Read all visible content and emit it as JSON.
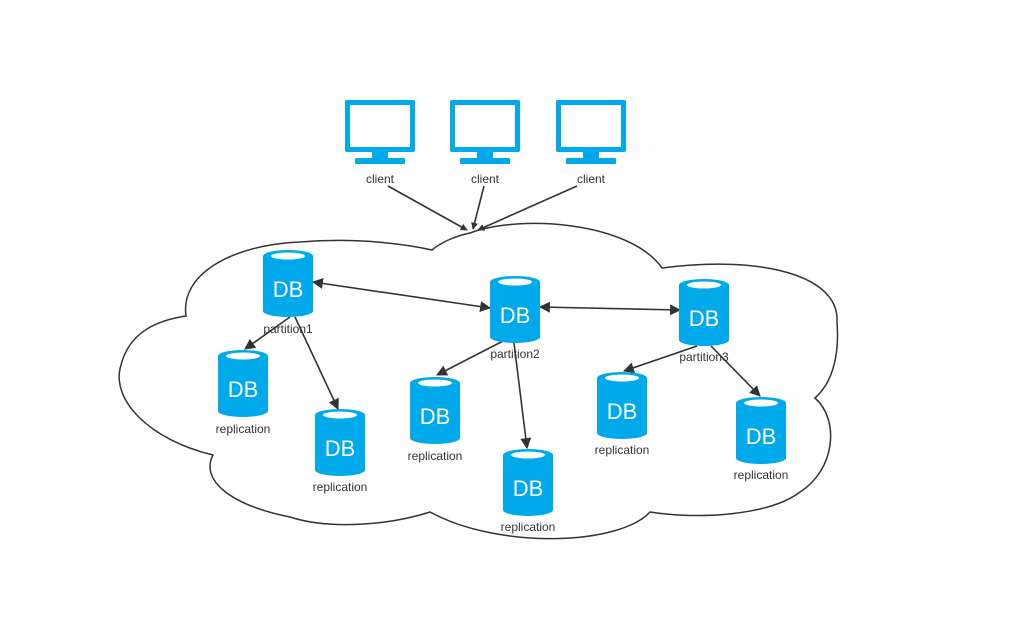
{
  "diagram": {
    "db_text": "DB",
    "clients": [
      {
        "label": "client"
      },
      {
        "label": "client"
      },
      {
        "label": "client"
      }
    ],
    "partitions": [
      {
        "label": "partition1"
      },
      {
        "label": "partition2"
      },
      {
        "label": "partition3"
      }
    ],
    "replications": [
      {
        "label": "replication"
      },
      {
        "label": "replication"
      },
      {
        "label": "replication"
      },
      {
        "label": "replication"
      },
      {
        "label": "replication"
      },
      {
        "label": "replication"
      }
    ],
    "colors": {
      "accent": "#00aaea",
      "line": "#333333",
      "label": "#333333"
    }
  }
}
